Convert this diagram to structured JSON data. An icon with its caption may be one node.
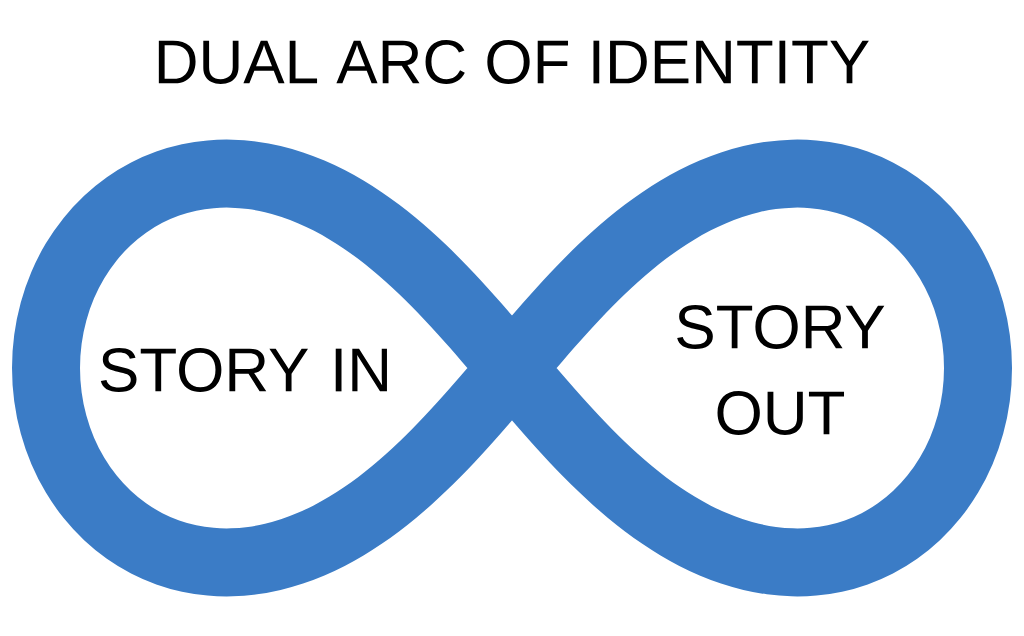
{
  "diagram": {
    "title": "DUAL ARC OF IDENTITY",
    "nodes": [
      {
        "text": [
          "STORY IN"
        ]
      },
      {
        "text": [
          "STORY OUT"
        ]
      }
    ]
  }
}
